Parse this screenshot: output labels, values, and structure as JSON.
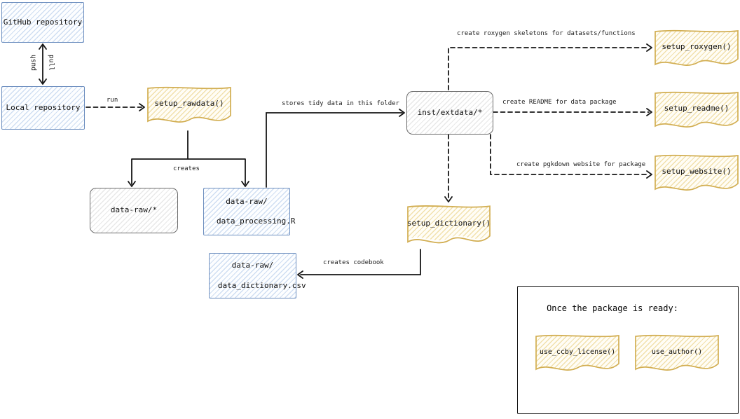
{
  "diagram": {
    "nodes": {
      "github": {
        "label": "GitHub repository"
      },
      "local": {
        "label": "Local repository"
      },
      "setup_rawdata": {
        "label": "setup_rawdata()"
      },
      "data_raw_star": {
        "label": "data-raw/*"
      },
      "data_processing": {
        "line1": "data-raw/",
        "line2": "data_processing.R"
      },
      "inst_extdata": {
        "label": "inst/extdata/*"
      },
      "setup_roxygen": {
        "label": "setup_roxygen()"
      },
      "setup_readme": {
        "label": "setup_readme()"
      },
      "setup_website": {
        "label": "setup_website()"
      },
      "setup_dictionary": {
        "label": "setup_dictionary()"
      },
      "data_dictionary": {
        "line1": "data-raw/",
        "line2": "data_dictionary.csv"
      }
    },
    "edge_labels": {
      "push": "push",
      "pull": "pull",
      "run": "run",
      "creates": "creates",
      "stores": "stores tidy data in this folder",
      "roxygen": "create roxygen skeletons for datasets/functions",
      "readme": "create README for data package",
      "website": "create pgkdown website for package",
      "codebook": "creates codebook"
    },
    "ready_box": {
      "title": "Once the package is ready:",
      "use_ccby": "use_ccby_license()",
      "use_author": "use_author()"
    },
    "colors": {
      "blue_border": "#6c8ebf",
      "blue_fill": "#dae8fc",
      "yellow_border": "#d6b656",
      "yellow_fill": "#fff2cc",
      "gray_border": "#666666",
      "gray_fill": "#f5f5f5",
      "ready_border": "#000000",
      "ink": "#161616"
    }
  }
}
